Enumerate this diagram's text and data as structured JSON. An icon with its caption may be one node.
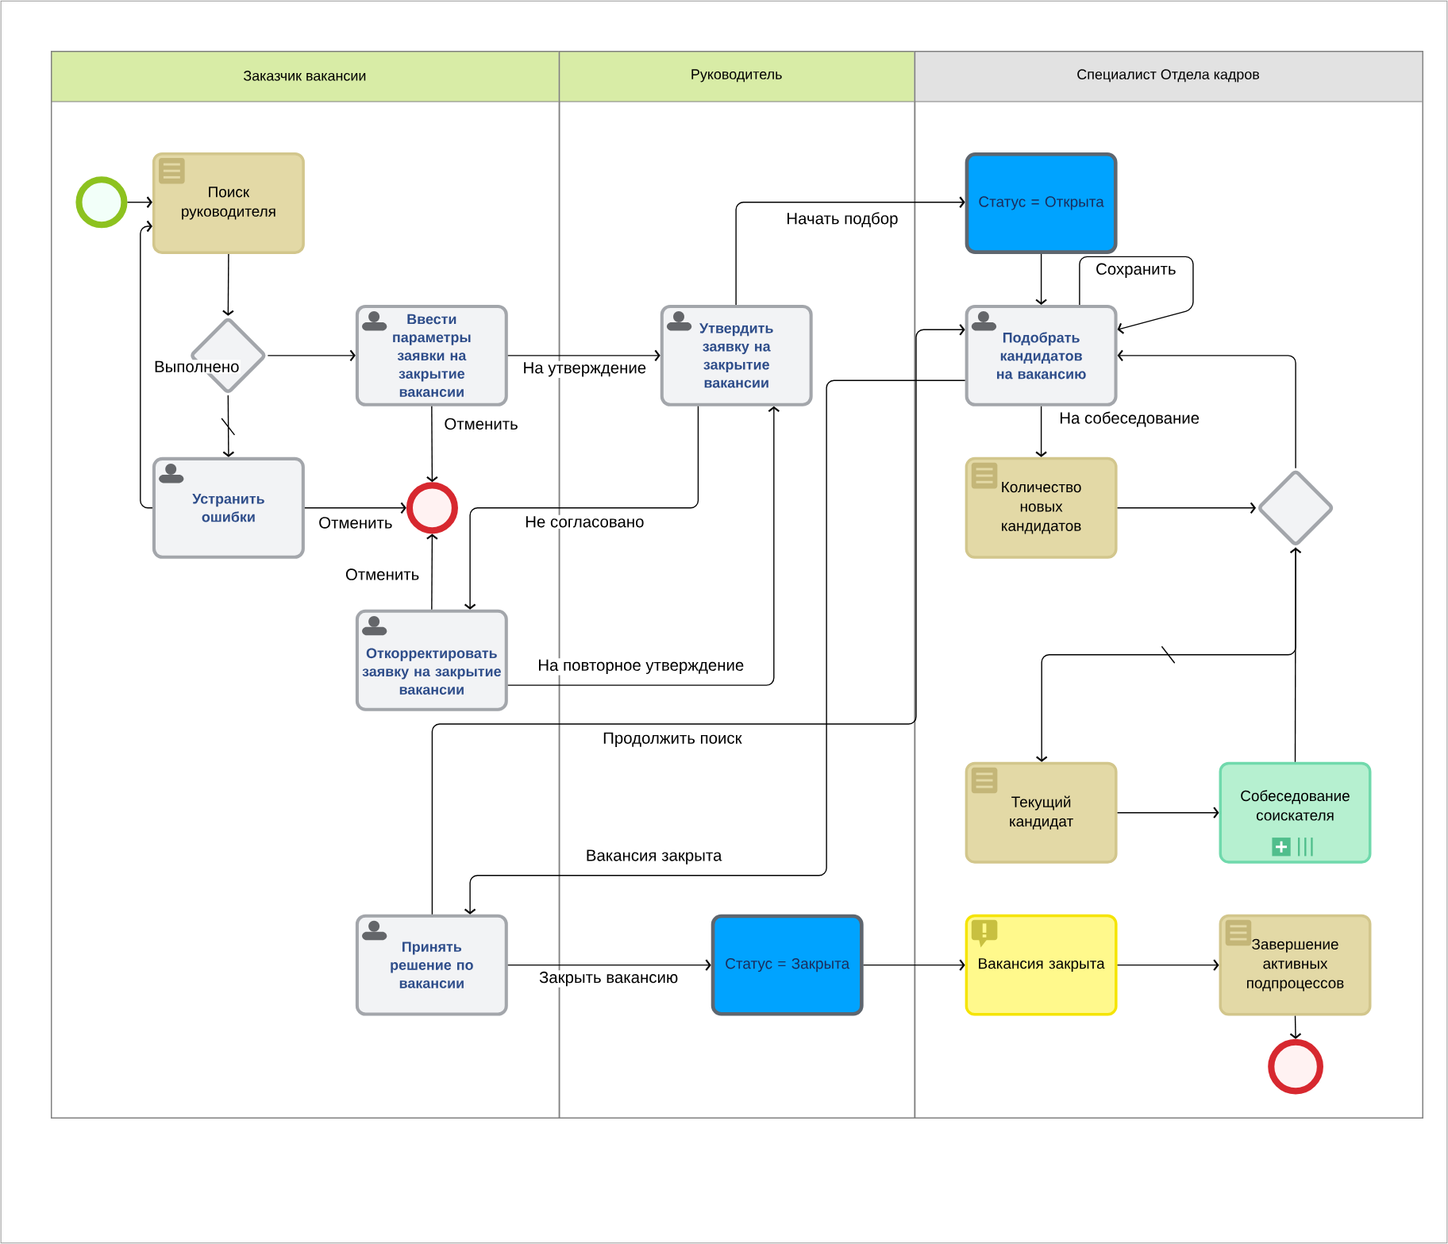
{
  "diagram": {
    "nodes": [
      {
        "text": [
          "Заказчик вакансии"
        ]
      },
      {
        "text": [
          "Руководитель"
        ]
      },
      {
        "text": [
          "Специалист Отдела кадров"
        ]
      },
      {
        "text": [],
        "shape": "circle",
        "in": 0
      },
      {
        "text": [
          "Поиск руководителя"
        ],
        "in": 0
      },
      {
        "text": [],
        "shape": "diamond",
        "in": 0
      },
      {
        "text": [
          "Ввести параметры заявки на закрытие вакансии"
        ],
        "in": 0
      },
      {
        "text": [
          "Устранить ошибки"
        ],
        "in": 0
      },
      {
        "text": [],
        "shape": "circle",
        "in": 0
      },
      {
        "text": [
          "Откорректировать заявку на закрытие вакансии"
        ],
        "in": 0
      },
      {
        "text": [
          "Принять решение по вакансии"
        ],
        "in": 0
      },
      {
        "text": [
          "Утвердить заявку на закрытие вакансии"
        ],
        "in": 1
      },
      {
        "text": [
          "Статус = Закрыта"
        ],
        "in": 1
      },
      {
        "text": [
          "Статус = Открыта"
        ],
        "in": 2
      },
      {
        "text": [
          "Подобрать кандидатов на вакансию"
        ],
        "in": 2
      },
      {
        "text": [
          "Количество новых кандидатов"
        ],
        "in": 2
      },
      {
        "text": [],
        "shape": "diamond",
        "in": 2
      },
      {
        "text": [
          "Текущий кандидат"
        ],
        "in": 2
      },
      {
        "text": [
          "Собеседование соискателя"
        ],
        "in": 2
      },
      {
        "text": [
          "Вакансия закрыта"
        ],
        "in": 2
      },
      {
        "text": [
          "Завершение активных подпроцессов"
        ],
        "in": 2
      },
      {
        "text": [],
        "shape": "circle",
        "in": 2
      }
    ],
    "edges": [
      {
        "from": 3,
        "to": 4,
        "arrow": "to"
      },
      {
        "from": 4,
        "to": 5,
        "arrow": "to"
      },
      {
        "from": 5,
        "to": 6,
        "arrow": "to",
        "label": "Выполнено"
      },
      {
        "from": 5,
        "to": 7,
        "arrow": "to"
      },
      {
        "from": 7,
        "to": 4,
        "arrow": "to"
      },
      {
        "from": 7,
        "to": 8,
        "arrow": "to",
        "label": "Отменить"
      },
      {
        "from": 6,
        "to": 8,
        "arrow": "to",
        "label": "Отменить"
      },
      {
        "from": 6,
        "to": 11,
        "arrow": "to",
        "label": "На утверждение"
      },
      {
        "from": 9,
        "to": 8,
        "arrow": "to",
        "label": "Отменить"
      },
      {
        "from": 11,
        "to": 9,
        "arrow": "to",
        "label": "Не согласовано"
      },
      {
        "from": 9,
        "to": 11,
        "arrow": "to",
        "label": "На повторное утверждение"
      },
      {
        "from": 11,
        "to": 13,
        "arrow": "to",
        "label": "Начать подбор"
      },
      {
        "from": 13,
        "to": 14,
        "arrow": "to"
      },
      {
        "from": 14,
        "to": 14,
        "arrow": "to",
        "label": "Сохранить"
      },
      {
        "from": 14,
        "to": 15,
        "arrow": "to",
        "label": "На собеседование"
      },
      {
        "from": 15,
        "to": 16,
        "arrow": "to"
      },
      {
        "from": 16,
        "to": 14,
        "arrow": "to"
      },
      {
        "from": 16,
        "to": 17,
        "arrow": "to"
      },
      {
        "from": 17,
        "to": 18,
        "arrow": "to"
      },
      {
        "from": 18,
        "to": 16,
        "arrow": "to"
      },
      {
        "from": 10,
        "to": 12,
        "arrow": "to",
        "label": "Закрыть вакансию"
      },
      {
        "from": 12,
        "to": 19,
        "arrow": "to"
      },
      {
        "from": 19,
        "to": 20,
        "arrow": "to"
      },
      {
        "from": 20,
        "to": 21,
        "arrow": "to"
      },
      {
        "from": 14,
        "to": 10,
        "arrow": "to",
        "label": "Вакансия закрыта"
      },
      {
        "from": 10,
        "to": 14,
        "arrow": "to",
        "label": "Продолжить поиск"
      }
    ]
  }
}
